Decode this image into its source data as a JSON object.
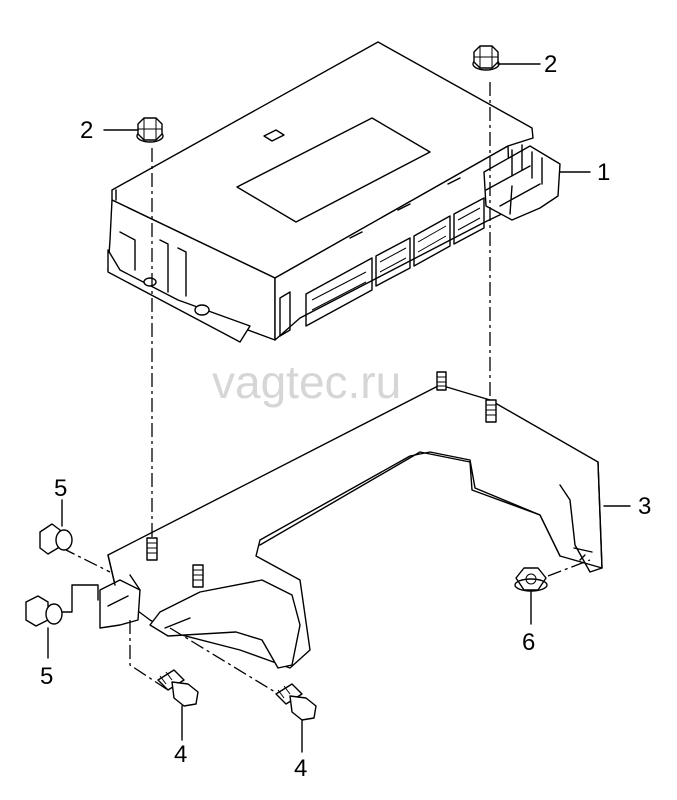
{
  "watermark": "vagtec.ru",
  "callouts": {
    "control_unit": "1",
    "nut_top_right": "2",
    "nut_top_left": "2",
    "bracket": "3",
    "bolt_left": "4",
    "bolt_right": "4",
    "rivet_nut_upper": "5",
    "rivet_nut_lower": "5",
    "hex_nut": "6"
  }
}
